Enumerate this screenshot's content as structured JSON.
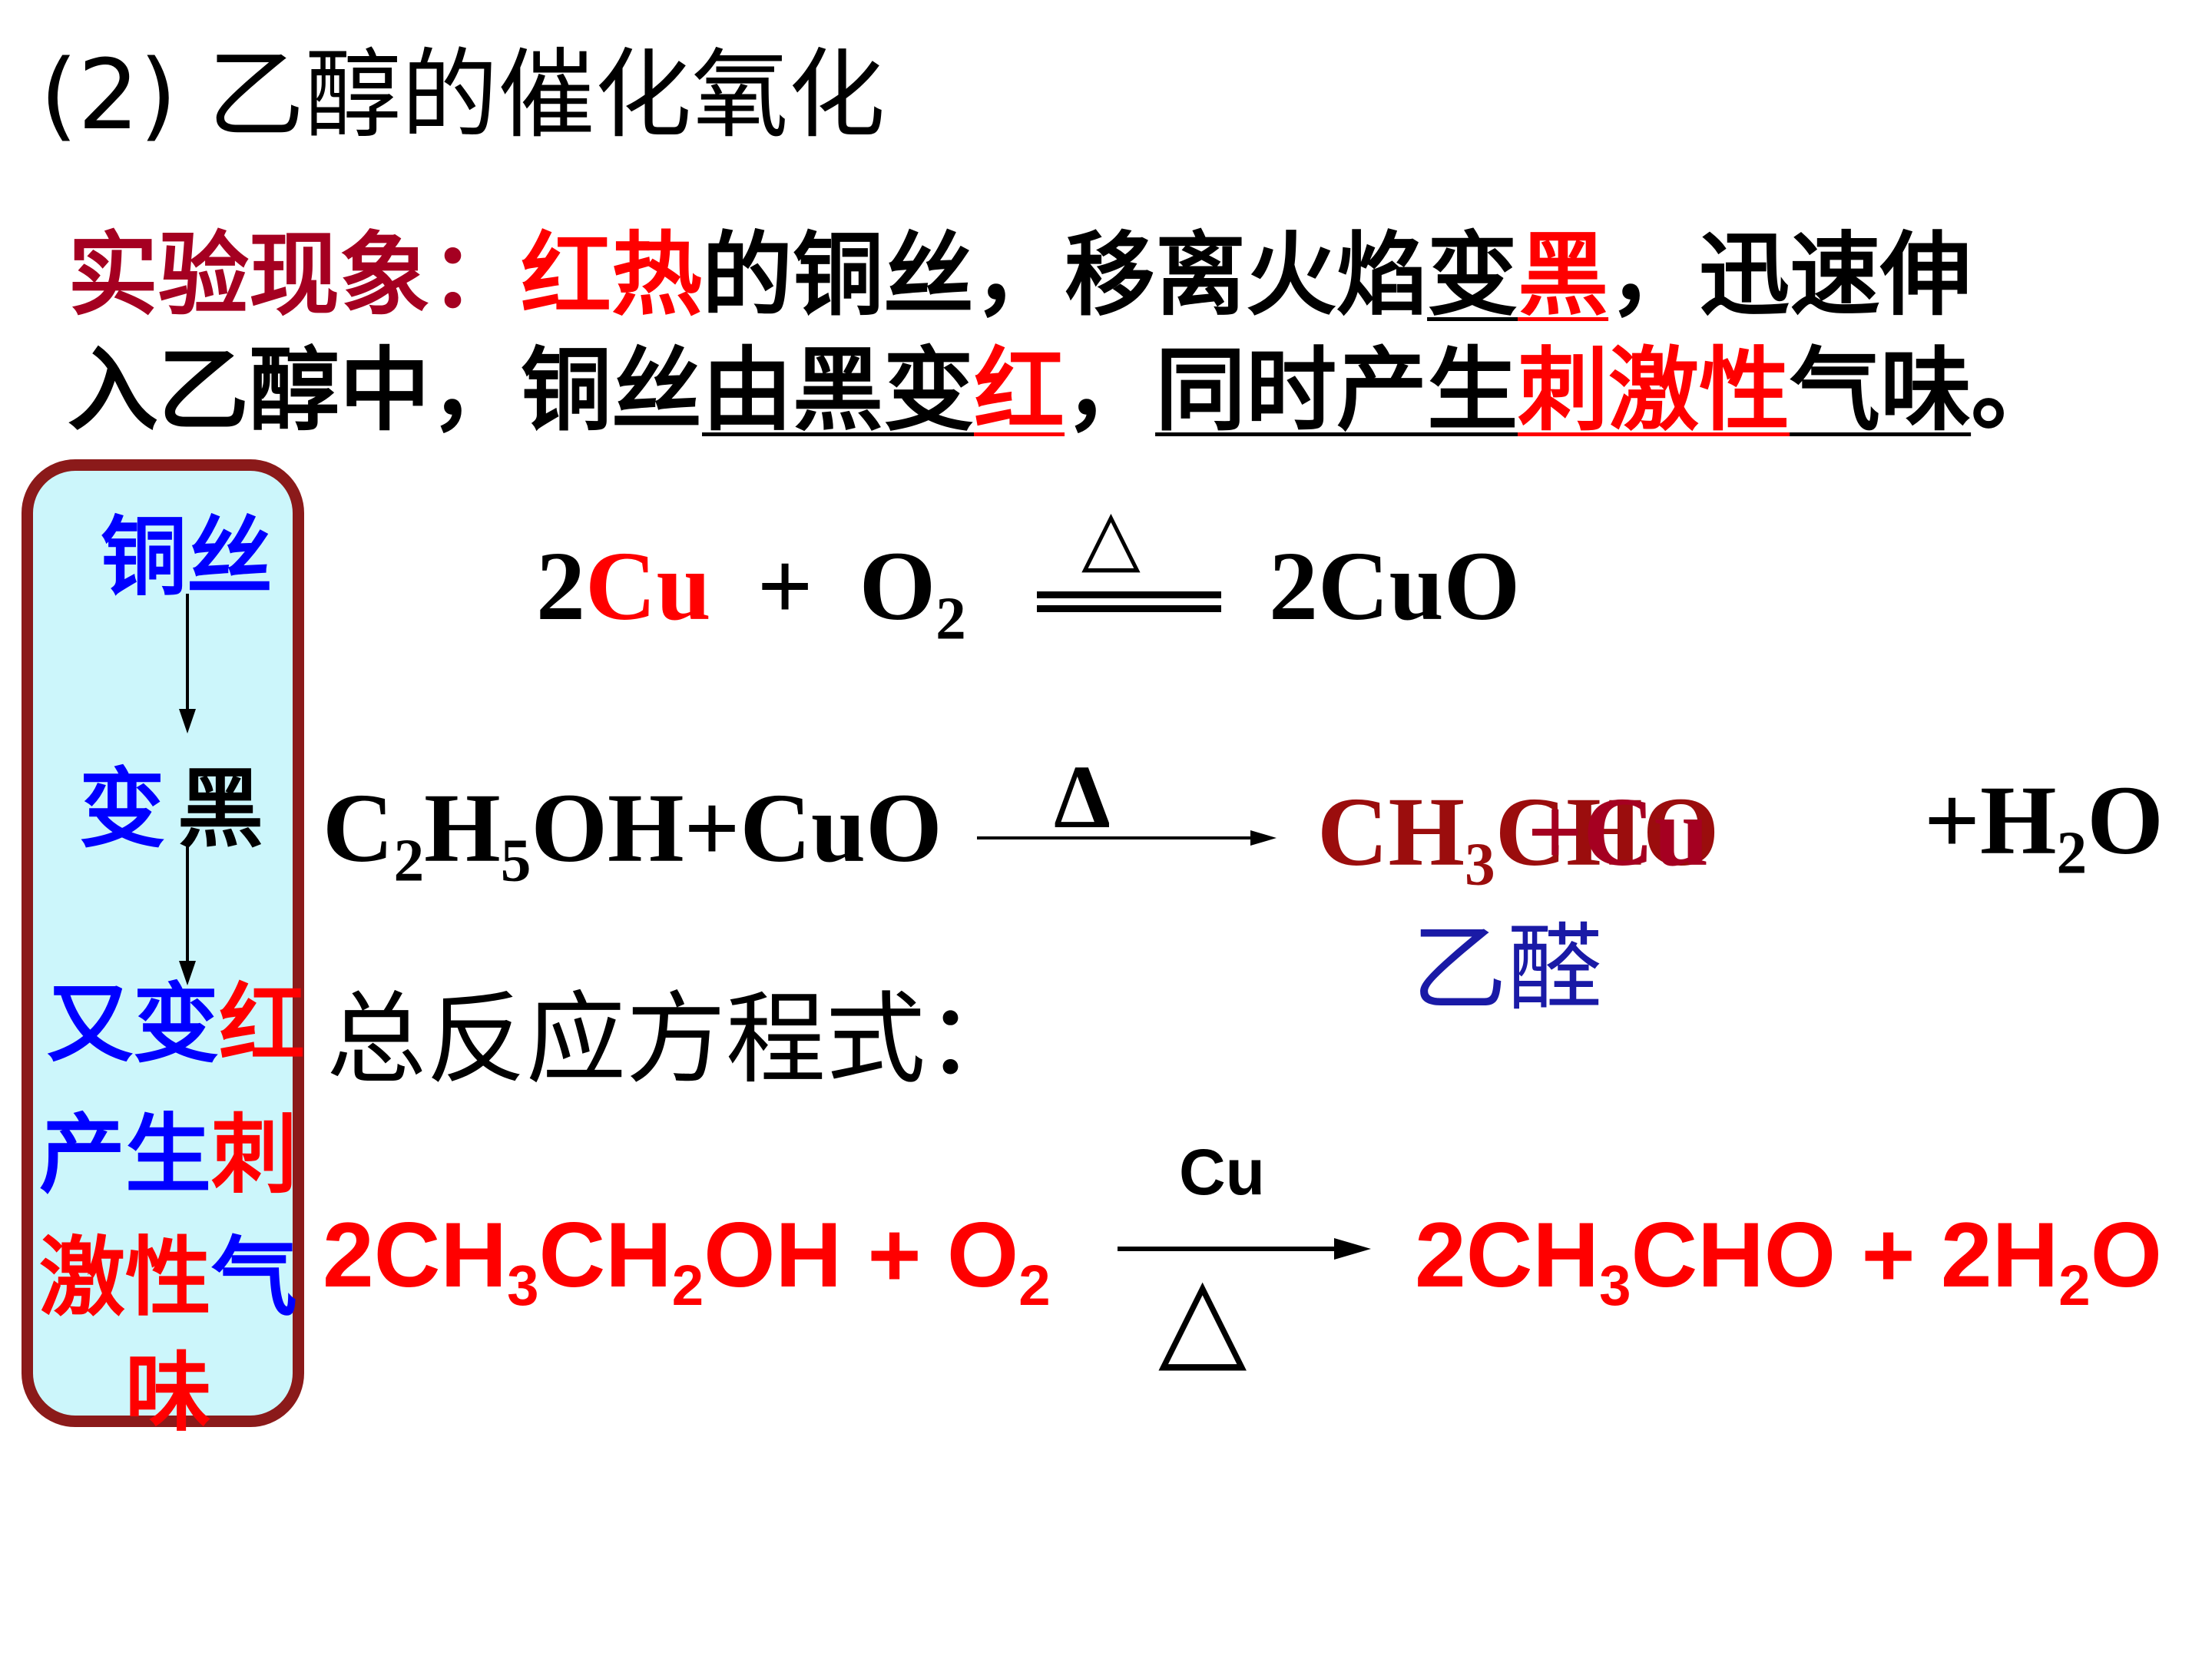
{
  "title": "(2) 乙醇的催化氧化",
  "observation": {
    "label": "实验现象：",
    "line1_red1": "红热",
    "line1_text1": "的铜丝，移离火焰",
    "line1_ul": "变",
    "line1_red2": "黑",
    "line1_text2": "，迅速伸",
    "line2_text1": "入乙醇中，铜丝",
    "line2_ul1": "由黑变",
    "line2_red1": "红",
    "line2_text2": "，",
    "line2_ul2": "同时产生",
    "line2_red2": "刺激性",
    "line2_ul3": "气味",
    "line2_end": "。"
  },
  "sidebar": {
    "copper_wire": "铜丝",
    "bian": "变",
    "hei": "黑",
    "you_bian": "又变",
    "hong": "红",
    "chan_sheng": "产生",
    "ci": "刺",
    "ji_xing": "激性",
    "qi": "气",
    "wei": "味"
  },
  "eq1": {
    "coef": "2",
    "cu": "Cu",
    "plus": "+",
    "o": "O",
    "o_sub": "2",
    "condition": "△",
    "product": "2CuO"
  },
  "eq2": {
    "c": "C",
    "s1": "2",
    "h": "H",
    "s2": "5",
    "rest": "OH+CuO",
    "condition": "Δ",
    "prod_ch": "CH",
    "prod_sub": "3",
    "prod_cho": "CHO",
    "plus_cu": "+Cu",
    "water_pre": "+H",
    "water_sub": "2",
    "water_o": "O",
    "aldehyde_name": "乙醛"
  },
  "overall_label": "总反应方程式：",
  "eq3": {
    "l1": "2CH",
    "l1s": "3",
    "l2": "CH",
    "l2s": "2",
    "l3": "OH + O",
    "l3s": "2",
    "catalyst": "Cu",
    "condition": "△",
    "r1": "2CH",
    "r1s": "3",
    "r2": "CHO + 2H",
    "r2s": "2",
    "r3": "O"
  },
  "colors": {
    "red": "#ff0000",
    "dark_red": "#a50021",
    "blue": "#0000ff",
    "box_border": "#8b1a1a",
    "box_fill": "#ccf6fb"
  }
}
